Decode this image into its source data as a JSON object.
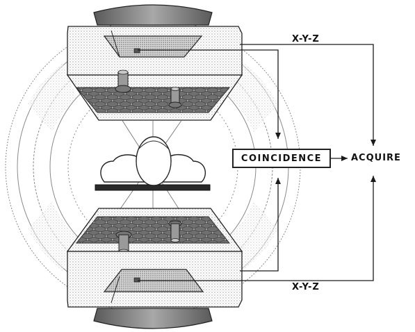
{
  "labels": {
    "xyz_top": "X-Y-Z",
    "xyz_bottom": "X-Y-Z",
    "coincidence": "COINCIDENCE",
    "acquire": "ACQUIRE"
  },
  "colors": {
    "line": "#1a1a1a",
    "dark_metal": "#7a7a7a",
    "stipple": "#bdbdbd",
    "crystal": "#8c8c8c"
  }
}
